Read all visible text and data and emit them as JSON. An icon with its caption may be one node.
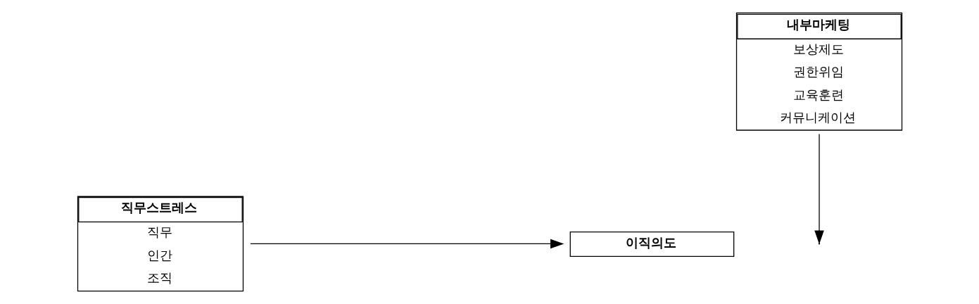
{
  "diagram": {
    "nodes": [
      {
        "text": [
          "직무스트레스",
          "직무",
          "인간",
          "조직"
        ]
      },
      {
        "text": [
          "이직의도"
        ]
      },
      {
        "text": [
          "내부마케팅",
          "보상제도",
          "권한위임",
          "교육훈련",
          "커뮤니케이션"
        ]
      }
    ],
    "edges": [
      {
        "from": 0,
        "to": 1,
        "arrow": "to"
      },
      {
        "from": 2,
        "to": null,
        "arrow": "to"
      }
    ]
  }
}
